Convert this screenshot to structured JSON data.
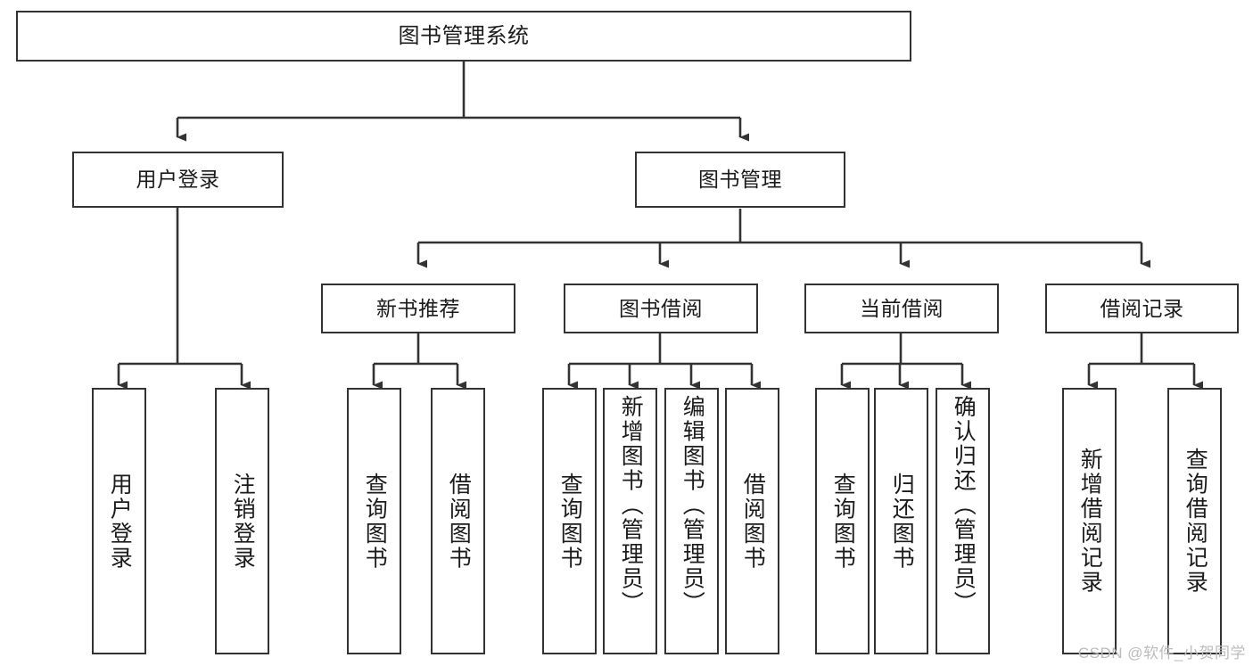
{
  "diagram": {
    "type": "tree-hierarchy",
    "title": "图书管理系统",
    "root": {
      "id": "root",
      "label": "图书管理系统"
    },
    "level2": [
      {
        "id": "user-login",
        "label": "用户登录"
      },
      {
        "id": "book-manage",
        "label": "图书管理"
      }
    ],
    "level3": [
      {
        "id": "new-book-recommend",
        "label": "新书推荐"
      },
      {
        "id": "book-borrow",
        "label": "图书借阅"
      },
      {
        "id": "current-borrow",
        "label": "当前借阅"
      },
      {
        "id": "borrow-record",
        "label": "借阅记录"
      }
    ],
    "leaves": [
      {
        "id": "leaf-user-login",
        "label": "用户登录",
        "parent": "user-login"
      },
      {
        "id": "leaf-logout",
        "label": "注销登录",
        "parent": "user-login"
      },
      {
        "id": "leaf-query-book-1",
        "label": "查询图书",
        "parent": "new-book-recommend"
      },
      {
        "id": "leaf-borrow-book-1",
        "label": "借阅图书",
        "parent": "new-book-recommend"
      },
      {
        "id": "leaf-query-book-2",
        "label": "查询图书",
        "parent": "book-borrow"
      },
      {
        "id": "leaf-add-book",
        "label": "新增图书（管理员）",
        "parent": "book-borrow"
      },
      {
        "id": "leaf-edit-book",
        "label": "编辑图书（管理员）",
        "parent": "book-borrow"
      },
      {
        "id": "leaf-borrow-book-2",
        "label": "借阅图书",
        "parent": "book-borrow"
      },
      {
        "id": "leaf-query-book-3",
        "label": "查询图书",
        "parent": "current-borrow"
      },
      {
        "id": "leaf-return-book",
        "label": "归还图书",
        "parent": "current-borrow"
      },
      {
        "id": "leaf-confirm-return",
        "label": "确认归还（管理员）",
        "parent": "current-borrow"
      },
      {
        "id": "leaf-add-record",
        "label": "新增借阅记录",
        "parent": "borrow-record"
      },
      {
        "id": "leaf-query-record",
        "label": "查询借阅记录",
        "parent": "borrow-record"
      }
    ],
    "watermark": "CSDN @软件_小贺同学",
    "colors": {
      "stroke": "#333333",
      "background": "#ffffff",
      "text": "#1b1b1b",
      "watermark": "#bcbcbc"
    }
  }
}
